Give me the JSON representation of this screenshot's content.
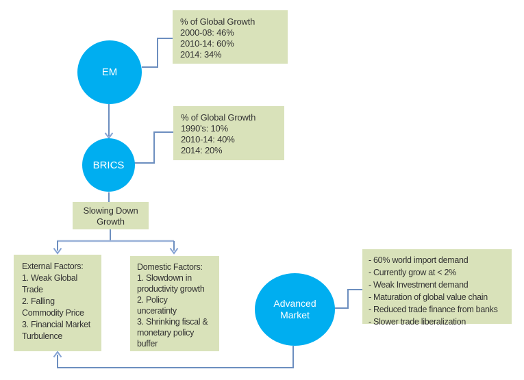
{
  "diagram": {
    "nodes": {
      "em": {
        "label": "EM"
      },
      "brics": {
        "label": "BRICS"
      },
      "advanced": {
        "label": "Advanced Market"
      }
    },
    "boxes": {
      "em_growth": {
        "text": "% of Global Growth\n2000-08: 46%\n2010-14: 60%\n2014: 34%"
      },
      "brics_growth": {
        "text": "% of Global Growth\n1990's: 10%\n2010-14: 40%\n2014: 20%"
      },
      "slowing": {
        "text": "Slowing Down\nGrowth"
      },
      "external": {
        "text": "External Factors:\n1. Weak Global\nTrade\n2. Falling\nCommodity Price\n3. Financial Market\nTurbulence"
      },
      "domestic": {
        "text": "Domestic Factors:\n1. Slowdown in\nproductivity growth\n2. Policy\nunceratinty\n3. Shrinking fiscal &\nmonetary policy\nbuffer"
      },
      "advanced_info": {
        "text": "- 60% world import demand\n- Currently grow at < 2%\n- Weak Investment demand\n- Maturation of global value chain\n- Reduced trade finance from banks\n- Slower trade liberalization"
      }
    },
    "colors": {
      "node_fill": "#00AEF0",
      "node_text": "#FFFFFF",
      "box_fill": "#D9E2BA",
      "box_text": "#333333",
      "connector": "#6C8EBF",
      "arrowhead": "#85A3D4",
      "background": "#FFFFFF"
    }
  }
}
